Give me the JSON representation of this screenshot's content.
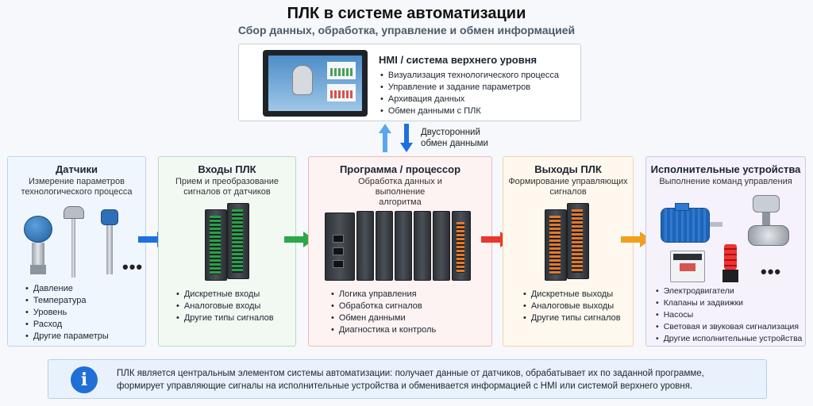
{
  "title": "ПЛК в системе автоматизации",
  "subtitle": "Сбор данных, обработка, управление и обмен информацией",
  "hmi": {
    "title": "HMI / система верхнего уровня",
    "items": [
      "Визуализация технологического процесса",
      "Управление и задание параметров",
      "Архивация данных",
      "Обмен данными с ПЛК"
    ]
  },
  "exchange": {
    "line1": "Двусторонний",
    "line2": "обмен данными"
  },
  "sensors": {
    "title": "Датчики",
    "subtitle": "Измерение параметров технологического процесса",
    "more": "•••",
    "items": [
      "Давление",
      "Температура",
      "Уровень",
      "Расход",
      "Другие параметры"
    ]
  },
  "inputs": {
    "title": "Входы ПЛК",
    "subtitle": "Прием и преобразование сигналов от датчиков",
    "items": [
      "Дискретные входы",
      "Аналоговые входы",
      "Другие типы сигналов"
    ]
  },
  "cpu": {
    "title": "Программа / процессор",
    "subtitle": "Обработка данных и выполнение алгоритма",
    "items": [
      "Логика управления",
      "Обработка сигналов",
      "Обмен данными",
      "Диагностика и контроль"
    ]
  },
  "outputs": {
    "title": "Выходы ПЛК",
    "subtitle": "Формирование управляющих сигналов",
    "items": [
      "Дискретные выходы",
      "Аналоговые выходы",
      "Другие типы сигналов"
    ]
  },
  "actuators": {
    "title": "Исполнительные устройства",
    "subtitle": "Выполнение команд управления",
    "more": "•••",
    "items": [
      "Электродвигатели",
      "Клапаны и задвижки",
      "Насосы",
      "Световая и звуковая сигнализация",
      "Другие исполнительные устройства"
    ]
  },
  "info": {
    "icon": "i",
    "text": "ПЛК является центральным элементом системы автоматизации: получает данные от датчиков, обрабатывает их по заданной программе, формирует управляющие сигналы на исполнительные устройства и обменивается информацией с HMI или системой верхнего уровня."
  },
  "colors": {
    "arrow_blue": "#1e6fe0",
    "arrow_green": "#2aa84a",
    "arrow_red": "#e8382e",
    "arrow_orange": "#f0a020",
    "arrow_light_blue": "#5aa6ee"
  }
}
